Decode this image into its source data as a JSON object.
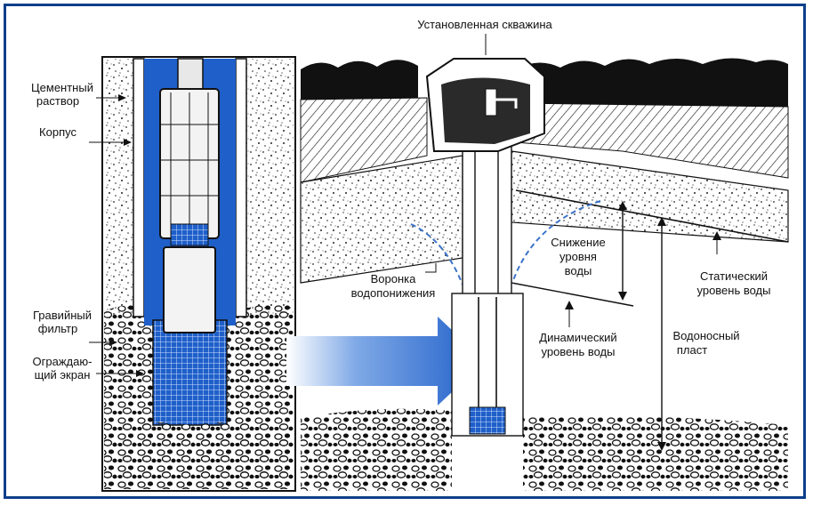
{
  "labels": {
    "installed_well": "Установленная скважина",
    "cement_1": "Цементный",
    "cement_2": "раствор",
    "casing": "Корпус",
    "gravel_1": "Гравийный",
    "gravel_2": "фильтр",
    "screen_1": "Ограждаю-",
    "screen_2": "щий экран",
    "cone_1": "Воронка",
    "cone_2": "водопонижения",
    "drawdown_1": "Снижение",
    "drawdown_2": "уровня",
    "drawdown_3": "воды",
    "dynamic_1": "Динамический",
    "dynamic_2": "уровень воды",
    "static_1": "Статический",
    "static_2": "уровень воды",
    "aquifer_1": "Водоносный",
    "aquifer_2": "пласт"
  },
  "colors": {
    "frame": "#0d3f8a",
    "water": "#1f5fc9",
    "arrow": "#2a6fd0",
    "cone": "#3b73c9"
  }
}
